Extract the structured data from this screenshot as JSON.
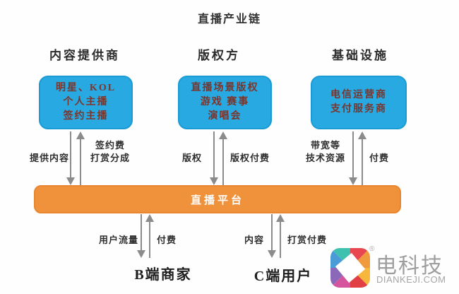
{
  "title": "直播产业链",
  "colors": {
    "box_blue": "#29a9e1",
    "platform_orange": "#f0913c",
    "arrow_gray": "#8b8b8b",
    "box_text_maroon": "#7a362c",
    "watermark_gray": "#9e9e9e"
  },
  "top_section": {
    "columns": [
      {
        "header": "内容提供商",
        "box_lines": [
          "明星、KOL",
          "个人主播",
          "签约主播"
        ],
        "down_label_lines": [
          "提供内容"
        ],
        "up_label_lines": [
          "签约费",
          "打赏分成"
        ]
      },
      {
        "header": "版权方",
        "box_lines": [
          "直播场景版权",
          "游戏 赛事",
          "演唱会"
        ],
        "down_label_lines": [
          "版权"
        ],
        "up_label_lines": [
          "版权付费"
        ]
      },
      {
        "header": "基础设施",
        "box_lines": [
          "电信运营商",
          "支付服务商"
        ],
        "down_label_lines": [
          "带宽等",
          "技术资源"
        ],
        "up_label_lines": [
          "付费"
        ]
      }
    ]
  },
  "platform": {
    "label": "直播平台"
  },
  "bottom_section": {
    "columns": [
      {
        "down_label_lines": [
          "用户流量"
        ],
        "up_label_lines": [
          "付费"
        ],
        "entity": "B端商家"
      },
      {
        "down_label_lines": [
          "内容"
        ],
        "up_label_lines": [
          "打赏付费"
        ],
        "entity": "C端用户"
      }
    ]
  },
  "watermark": {
    "brand": "电科技",
    "domain": "DIANKEJI.COM",
    "registered_mark": "®"
  }
}
